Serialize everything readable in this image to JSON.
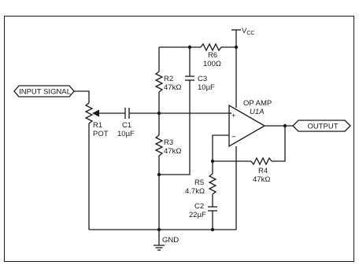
{
  "labels": {
    "input_signal": "INPUT SIGNAL",
    "output": "OUTPUT",
    "vcc_main": "V",
    "vcc_sub": "CC",
    "gnd": "GND",
    "opamp": "OP AMP",
    "opamp_ref": "U1A",
    "plus": "+",
    "minus": "−",
    "r1_ref": "R1",
    "r1_val": "POT",
    "c1_ref": "C1",
    "c1_val": "10µF",
    "r2_ref": "R2",
    "r2_val": "47kΩ",
    "c3_ref": "C3",
    "c3_val": "10µF",
    "r6_ref": "R6",
    "r6_val": "100Ω",
    "r3_ref": "R3",
    "r3_val": "47kΩ",
    "r4_ref": "R4",
    "r4_val": "47kΩ",
    "r5_ref": "R5",
    "r5_val": "4.7kΩ",
    "c2_ref": "C2",
    "c2_val": "22µF"
  }
}
